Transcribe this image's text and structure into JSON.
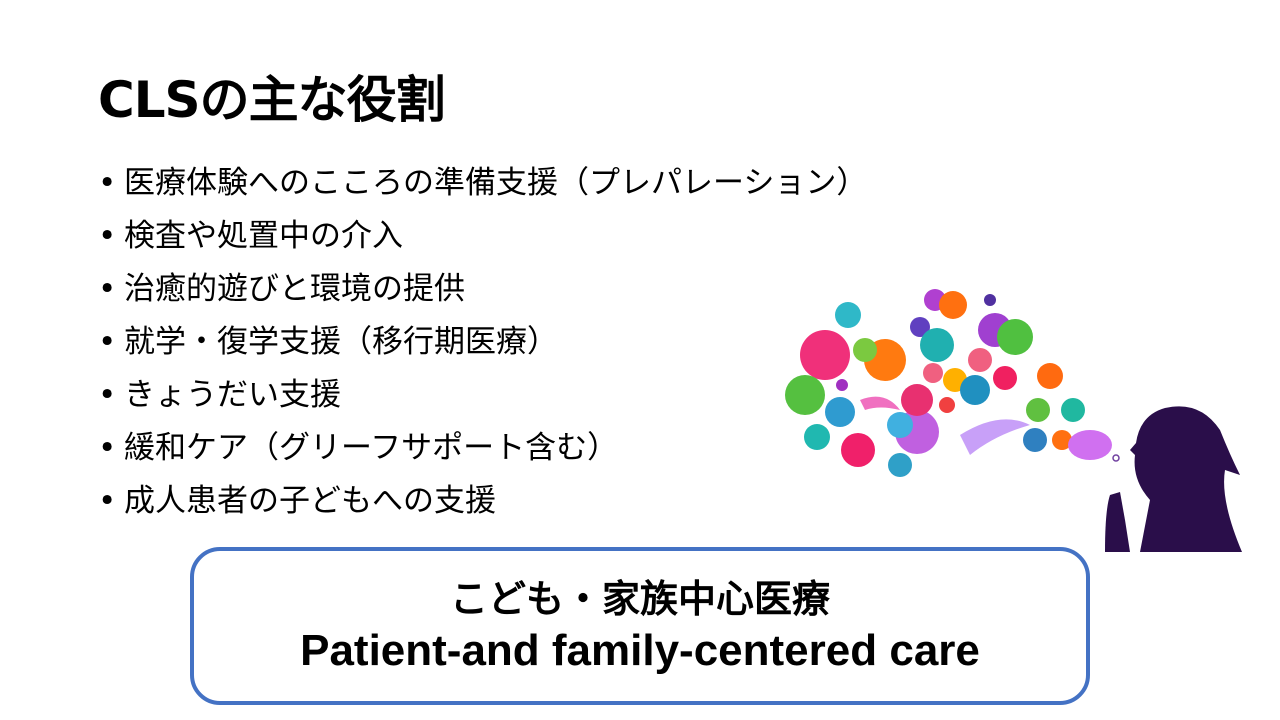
{
  "slide": {
    "title": "CLSの主な役割",
    "bullet_char": "•",
    "bullets": [
      "医療体験へのこころの準備支援（プレパレーション）",
      "検査や処置中の介入",
      "治癒的遊びと環境の提供",
      "就学・復学支援（移行期医療）",
      "きょうだい支援",
      "緩和ケア（グリーフサポート含む）",
      "成人患者の子どもへの支援"
    ],
    "callout": {
      "line1": "こども・家族中心医療",
      "line2": "Patient-and family-centered care",
      "border_color": "#4472C4"
    },
    "illustration": "girl-blowing-bubbles"
  }
}
